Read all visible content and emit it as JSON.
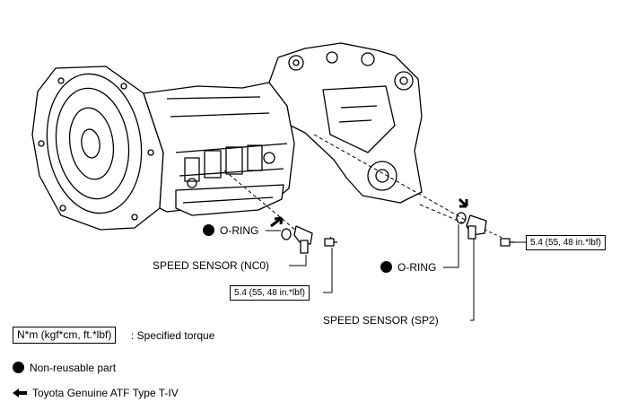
{
  "callouts": {
    "oring_left": "O-RING",
    "speed_sensor_nc0": "SPEED SENSOR (NC0)",
    "torque_left": "5.4 (55, 48 in.*lbf)",
    "oring_right": "O-RING",
    "torque_right": "5.4 (55, 48 in.*lbf)",
    "speed_sensor_sp2": "SPEED SENSOR (SP2)"
  },
  "legend": {
    "torque_unit_box": "N*m (kgf*cm, ft.*lbf)",
    "torque_desc": ": Specified torque",
    "nonreusable": "Non-reusable part",
    "atf": "Toyota Genuine ATF Type T-IV"
  },
  "icons": [
    "nonreusable-dot-icon",
    "atf-arrow-icon"
  ]
}
